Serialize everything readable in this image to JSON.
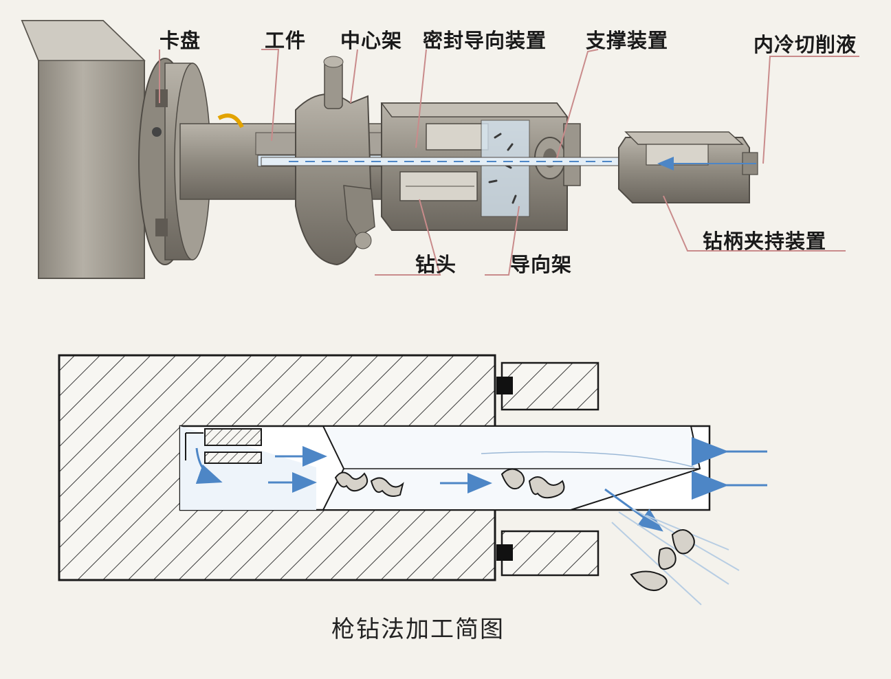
{
  "top_diagram": {
    "labels": {
      "chuck": "卡盘",
      "workpiece": "工件",
      "center_rest": "中心架",
      "seal_guide": "密封导向装置",
      "support": "支撑装置",
      "coolant": "内冷切削液",
      "drill_head": "钻头",
      "guide_frame": "导向架",
      "shank_clamp": "钻柄夹持装置"
    }
  },
  "bottom_diagram": {
    "caption": "枪钻法加工简图"
  },
  "colors": {
    "background": "#f4f2ec",
    "machine_body": "#9b968c",
    "machine_dark": "#6f6a62",
    "hatch": "#3a3a3a",
    "coolant_arrow": "#4d86c6",
    "leader_line": "#c98b8b"
  },
  "icons": {
    "coolant_arrow": "arrow-left-icon",
    "chip": "chip-icon"
  }
}
